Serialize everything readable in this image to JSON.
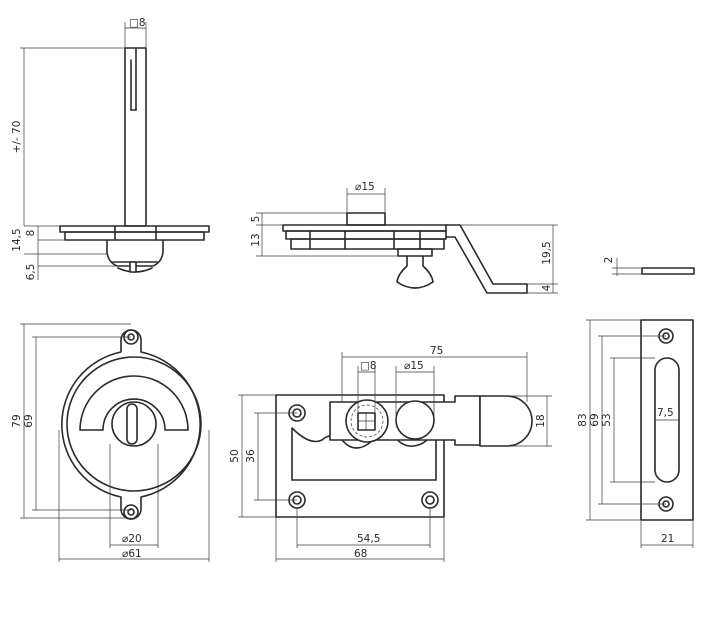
{
  "dimensions": {
    "square_8_top": "□8",
    "length_70": "+/- 70",
    "length_14_5": "14,5",
    "length_8": "8",
    "length_6_5": "6,5",
    "dia_15_top": "⌀15",
    "length_5": "5",
    "length_13": "13",
    "length_19_5": "19,5",
    "length_4": "4",
    "length_2": "2",
    "length_79": "79",
    "length_69_left": "69",
    "dia_20": "⌀20",
    "dia_61": "⌀61",
    "length_75": "75",
    "square_8_front": "□8",
    "dia_15_front": "⌀15",
    "length_50": "50",
    "length_36": "36",
    "length_18": "18",
    "length_54_5": "54,5",
    "length_68": "68",
    "length_83": "83",
    "length_69_right": "69",
    "length_53": "53",
    "length_7_5": "7,5",
    "length_21": "21"
  }
}
